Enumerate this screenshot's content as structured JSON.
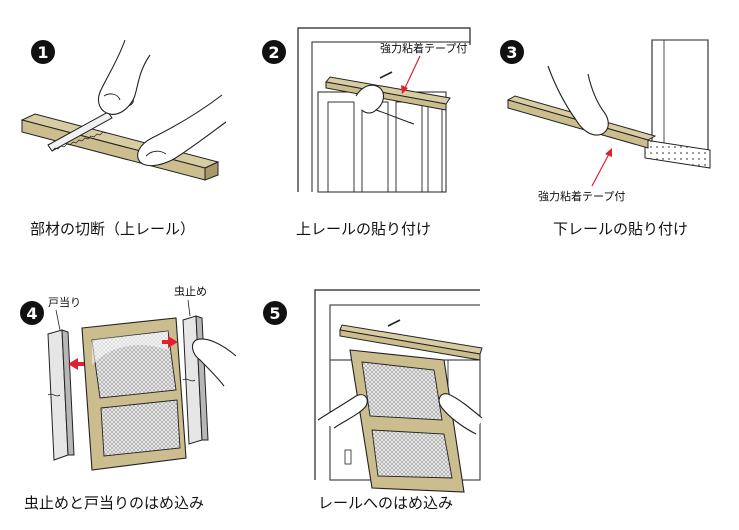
{
  "steps": [
    {
      "number": "1",
      "caption": "部材の切断（上レール）"
    },
    {
      "number": "2",
      "caption": "上レールの貼り付け",
      "callout": "強力粘着テープ付"
    },
    {
      "number": "3",
      "caption": "下レールの貼り付け",
      "callout": "強力粘着テープ付"
    },
    {
      "number": "4",
      "caption": "虫止めと戸当りのはめ込み",
      "label_left": "戸当り",
      "label_right": "虫止め"
    },
    {
      "number": "5",
      "caption": "レールへのはめ込み"
    }
  ],
  "colors": {
    "rail": "#cbbd8e",
    "rail_shade": "#a89966",
    "outline": "#222222",
    "arrow": "#e0202a",
    "panel": "#ffffff",
    "screen": "#c9c9c9",
    "badge": "#111111"
  }
}
